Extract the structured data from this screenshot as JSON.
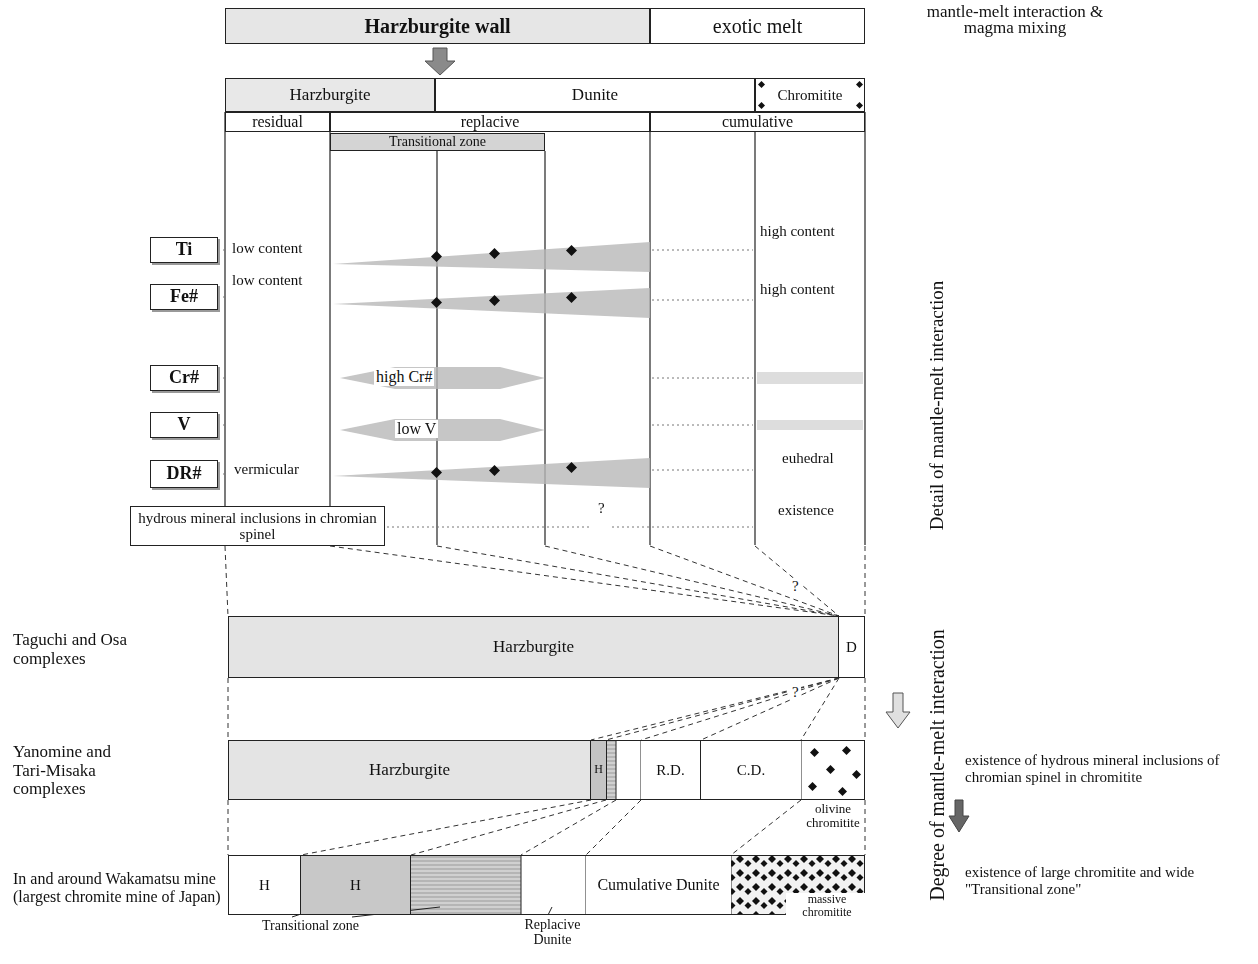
{
  "diagram": {
    "nodes": [
      {
        "text": [
          "Harzburgite wall"
        ]
      },
      {
        "text": [
          "exotic melt"
        ]
      },
      {
        "text": [
          "Harzburgite"
        ]
      },
      {
        "text": [
          "Dunite"
        ]
      },
      {
        "text": [
          "Chromitite"
        ]
      },
      {
        "text": [
          "residual"
        ]
      },
      {
        "text": [
          "replacive"
        ]
      },
      {
        "text": [
          "cumulative"
        ]
      },
      {
        "text": [
          "Transitional zone"
        ]
      },
      {
        "text": [
          "Ti"
        ]
      },
      {
        "text": [
          "Fe#"
        ]
      },
      {
        "text": [
          "Cr#"
        ]
      },
      {
        "text": [
          "V"
        ]
      },
      {
        "text": [
          "DR#"
        ]
      },
      {
        "text": [
          "hydrous mineral inclusions in chromian spinel"
        ]
      },
      {
        "text": [
          "Taguchi and Osa complexes"
        ]
      },
      {
        "text": [
          "Harzburgite"
        ],
        "in": 15
      },
      {
        "text": [
          "D"
        ],
        "in": 15
      },
      {
        "text": [
          "Yanomine and Tari-Misaka complexes"
        ]
      },
      {
        "text": [
          "Harzburgite"
        ],
        "in": 18
      },
      {
        "text": [
          "H"
        ],
        "in": 18
      },
      {
        "text": [
          "R.D."
        ],
        "in": 18
      },
      {
        "text": [
          "C.D."
        ],
        "in": 18
      },
      {
        "text": [
          "In and around Wakamatsu mine (largest chromite mine of Japan)"
        ]
      },
      {
        "text": [
          "H"
        ],
        "in": 23
      },
      {
        "text": [
          "H"
        ],
        "in": 23
      },
      {
        "text": [
          "Cumulative Dunite"
        ],
        "in": 23
      }
    ],
    "labels": [
      "mantle-melt interaction & magma mixing",
      "low content",
      "high content",
      "low content",
      "high content",
      "high Cr#",
      "low V",
      "vermicular",
      "euhedral",
      "?",
      "existence",
      "Detail of mantle-melt interaction",
      "?",
      "?",
      "existence of hydrous mineral inclusions of chromian spinel in chromitite",
      "olivine chromitite",
      "massive chromitite",
      "Transitional zone",
      "Replacive Dunite",
      "existence of large chromitite and wide \"Transitional zone\"",
      "Degree of mantle-melt interaction"
    ]
  }
}
